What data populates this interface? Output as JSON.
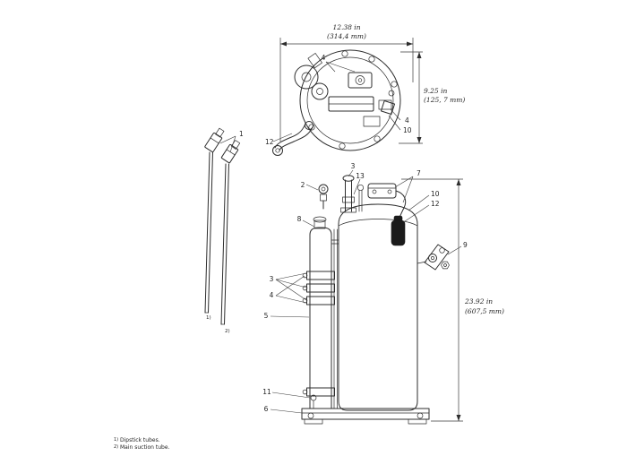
{
  "drawing": {
    "dimensions": {
      "width_in": "12.38 in",
      "width_mm": "(314,4 mm)",
      "depth_in": "9.25 in",
      "depth_mm": "(125, 7 mm)",
      "height_in": "23.92 in",
      "height_mm": "(607,5 mm)"
    },
    "callouts": {
      "tube_connectors": "1",
      "top_view_bolts": "4",
      "top_view_valve": "4",
      "top_view_plug": "10",
      "top_view_handle": "12",
      "front_valve": "2",
      "front_dipstick_tube": "3",
      "front_dipstick_cap": "13",
      "front_terminal": "7",
      "front_cable_upper": "10",
      "front_cable_plug": "12",
      "front_bracket": "9",
      "front_accumulator_cap": "8",
      "front_clamps": "3",
      "front_clamp_bolts": "4",
      "front_suction_tube": "5",
      "front_lower_clamp": "11",
      "front_base": "6"
    },
    "tube_markers": {
      "left": "1)",
      "right": "2)"
    },
    "footnotes": [
      {
        "marker": "1)",
        "text": "Dipstick tubes."
      },
      {
        "marker": "2)",
        "text": "Main suction tube."
      }
    ]
  }
}
